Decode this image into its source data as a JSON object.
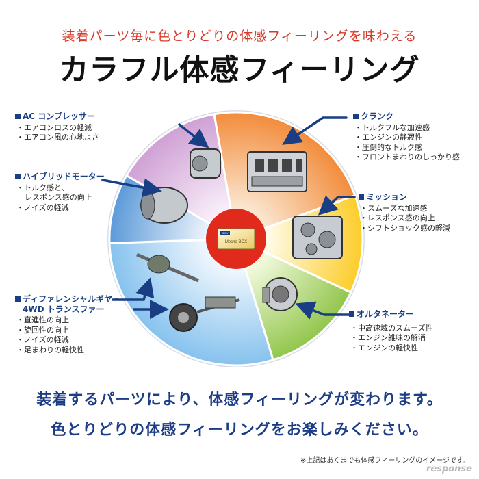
{
  "header": {
    "subtitle": "装着パーツ毎に色とりどりの体感フィーリングを味わえる",
    "title": "カラフル体感フィーリング"
  },
  "center_box": {
    "label": "Mecha BOX",
    "brand": "SIEV"
  },
  "segments": [
    {
      "name": "crank",
      "color": "#f4a25a"
    },
    {
      "name": "mission",
      "color": "#fde06a"
    },
    {
      "name": "alternator",
      "color": "#a9d46a"
    },
    {
      "name": "differential",
      "color": "#86bde8"
    },
    {
      "name": "hybrid-motor",
      "color": "#7aaee2"
    },
    {
      "name": "ac-compressor",
      "color": "#d9b2dc"
    }
  ],
  "callouts": {
    "ac": {
      "title": "AC コンプレッサー",
      "items": [
        "エアコンロスの軽減",
        "エアコン風の心地よさ"
      ]
    },
    "hybrid": {
      "title": "ハイブリッドモーター",
      "items": [
        "トルク感と、\nレスポンス感の向上",
        "ノイズの軽減"
      ]
    },
    "diff": {
      "title": "ディファレンシャルギヤ・",
      "title2": "4WD トランスファー",
      "items": [
        "直進性の向上",
        "旋回性の向上",
        "ノイズの軽減",
        "足まわりの軽快性"
      ]
    },
    "crank": {
      "title": "クランク",
      "items": [
        "トルクフルな加速感",
        "エンジンの静寂性",
        "圧倒的なトルク感",
        "フロントまわりのしっかり感"
      ]
    },
    "mission": {
      "title": "ミッション",
      "items": [
        "スムーズな加速感",
        "レスポンス感の向上",
        "シフトショック感の軽減"
      ]
    },
    "alt": {
      "title": "オルタネーター",
      "items": [
        "中高速域のスムーズ性",
        "エンジン雑味の解消",
        "エンジンの軽快性"
      ]
    }
  },
  "messages": {
    "line1": "装着するパーツにより、体感フィーリングが変わります。",
    "line2": "色とりどりの体感フィーリングをお楽しみください。"
  },
  "footnote": "※上記はあくまでも体感フィーリングのイメージです。",
  "credit": "response"
}
